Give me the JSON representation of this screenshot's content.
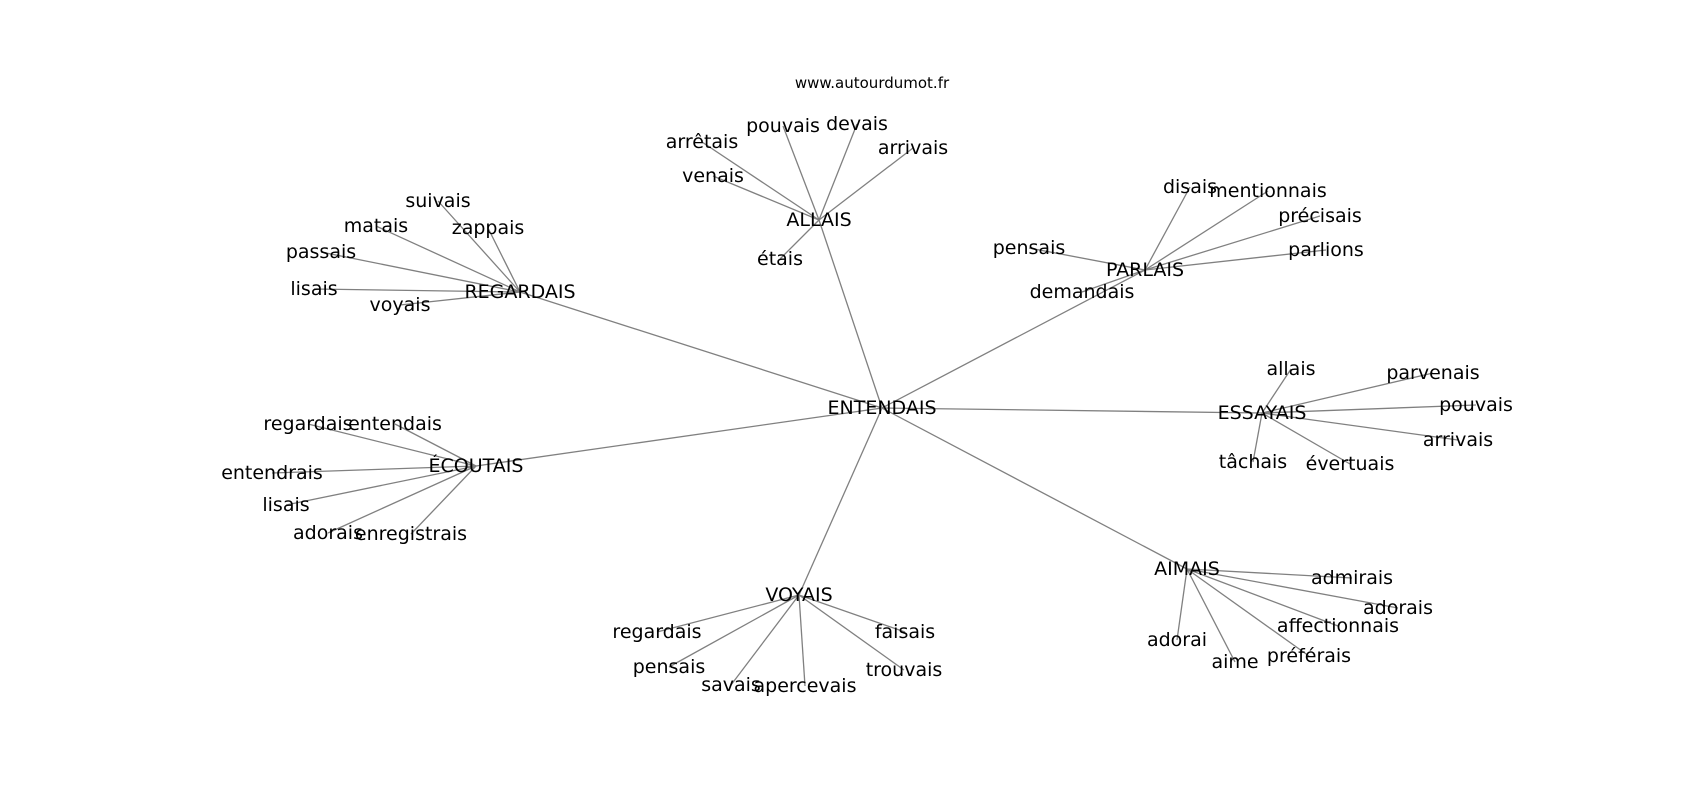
{
  "source": "www.autourdumot.fr",
  "center": "ENTENDAIS",
  "groups": [
    {
      "hub": "ALLAIS",
      "leaves": [
        "arrêtais",
        "pouvais",
        "devais",
        "arrivais",
        "venais",
        "étais"
      ]
    },
    {
      "hub": "REGARDAIS",
      "leaves": [
        "suivais",
        "matais",
        "zappais",
        "passais",
        "lisais",
        "voyais"
      ]
    },
    {
      "hub": "PARLAIS",
      "leaves": [
        "disais",
        "mentionnais",
        "précisais",
        "pensais",
        "parlions",
        "demandais"
      ]
    },
    {
      "hub": "ESSAYAIS",
      "leaves": [
        "allais",
        "parvenais",
        "pouvais",
        "arrivais",
        "tâchais",
        "évertuais"
      ]
    },
    {
      "hub": "ÉCOUTAIS",
      "leaves": [
        "regardais",
        "entendais",
        "entendrais",
        "lisais",
        "adorais",
        "enregistrais"
      ]
    },
    {
      "hub": "AIMAIS",
      "leaves": [
        "admirais",
        "adorais",
        "affectionnais",
        "adorai",
        "aime",
        "préférais"
      ]
    },
    {
      "hub": "VOYAIS",
      "leaves": [
        "regardais",
        "faisais",
        "pensais",
        "trouvais",
        "savais",
        "apercevais"
      ]
    }
  ]
}
